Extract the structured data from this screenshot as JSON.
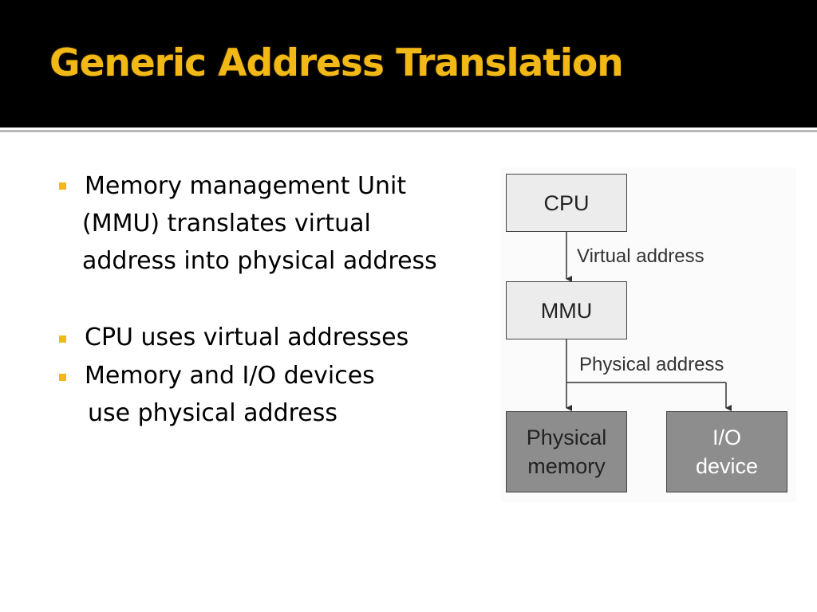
{
  "slide": {
    "title": "Generic Address Translation",
    "accent_color": "#f2b816",
    "bullets": [
      {
        "lines": [
          "Memory management Unit",
          "(MMU) translates virtual",
          "address into physical address"
        ]
      },
      {
        "lines": [
          "CPU uses virtual addresses"
        ]
      },
      {
        "lines": [
          "Memory and I/O devices",
          "use physical address"
        ]
      }
    ]
  },
  "diagram": {
    "nodes": {
      "cpu": "CPU",
      "mmu": "MMU",
      "physical_memory": [
        "Physical",
        "memory"
      ],
      "io_device": [
        "I/O",
        "device"
      ]
    },
    "edges": {
      "cpu_to_mmu": "Virtual address",
      "mmu_to_devices": "Physical address"
    }
  }
}
